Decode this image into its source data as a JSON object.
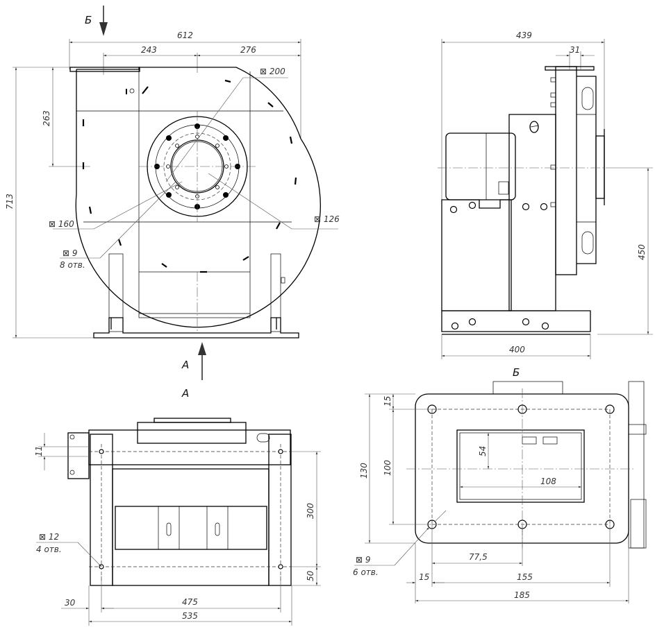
{
  "view_labels": {
    "b_top": "Б",
    "a_arrow": "А",
    "a_title": "А",
    "b_title": "Б"
  },
  "front_view": {
    "dims": {
      "overall_width": "612",
      "left": "243",
      "right": "276",
      "outlet_depth": "263",
      "height": "713",
      "flange_outer": "⊠ 200",
      "flange_pcd": "⊠ 160",
      "flange_inner": "⊠ 126",
      "holes_size": "⊠ 9",
      "holes_count": "8 отв."
    }
  },
  "side_view": {
    "dims": {
      "overall_width": "439",
      "flange_thk": "31",
      "axis_height": "450",
      "base_width": "400"
    }
  },
  "view_a": {
    "dims": {
      "h11": "11",
      "h300": "300",
      "h50": "50",
      "w30": "30",
      "w475": "475",
      "w535": "535",
      "holes_size": "⊠ 12",
      "holes_count": "4 отв."
    }
  },
  "view_b": {
    "dims": {
      "h15": "15",
      "h130": "130",
      "h100": "100",
      "h54": "54",
      "w108": "108",
      "w77_5": "77,5",
      "w15": "15",
      "w155": "155",
      "w185": "185",
      "holes_size": "⊠ 9",
      "holes_count": "6 отв."
    }
  }
}
